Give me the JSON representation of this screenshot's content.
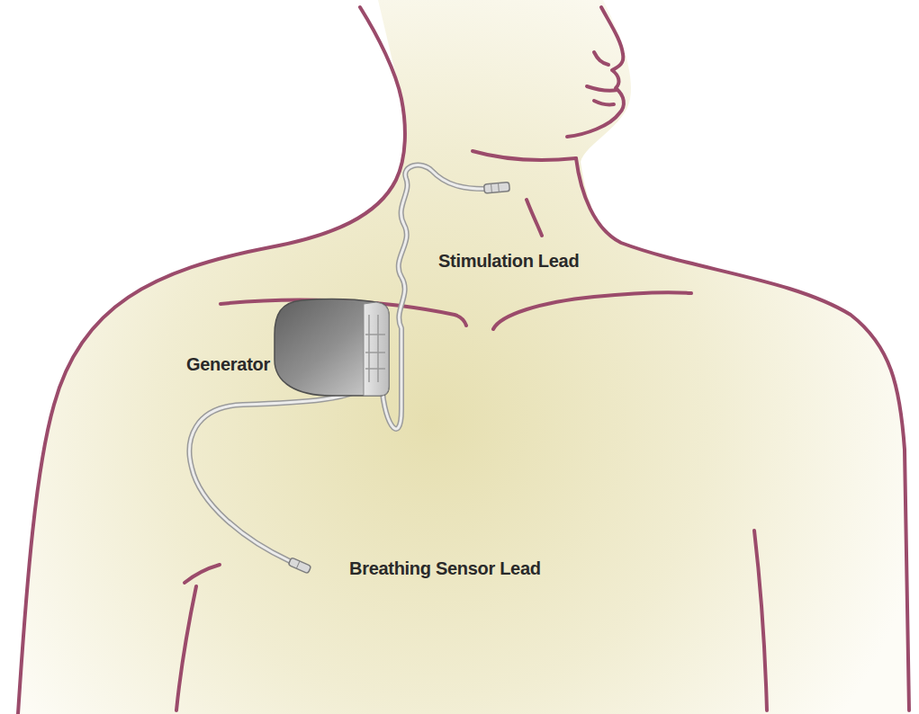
{
  "diagram": {
    "labels": [
      "Stimulation Lead",
      "Generator",
      "Breathing Sensor Lead"
    ]
  }
}
